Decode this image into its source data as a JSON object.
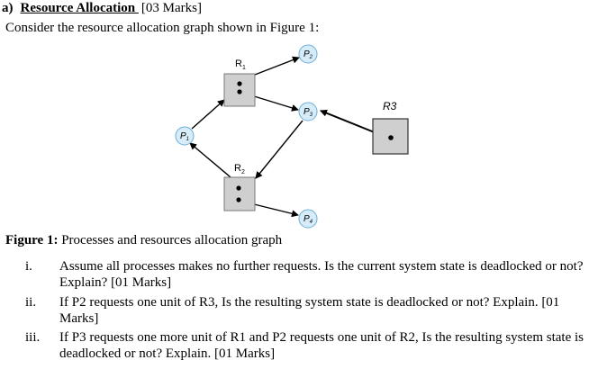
{
  "heading": {
    "number": "a)",
    "title": "Resource Allocation ",
    "marks": "[03 Marks]"
  },
  "intro": "Consider the resource allocation graph shown in Figure 1:",
  "figure": {
    "resources": {
      "r1": {
        "label": "R",
        "sub": "1",
        "instances": 2
      },
      "r2": {
        "label": "R",
        "sub": "2",
        "instances": 2
      },
      "r3": {
        "label": "R",
        "sub": "3",
        "instances": 1
      }
    },
    "processes": {
      "p1": {
        "label": "P",
        "sub": "1"
      },
      "p2": {
        "label": "P",
        "sub": "2"
      },
      "p3": {
        "label": "P",
        "sub": "3"
      },
      "p4": {
        "label": "P",
        "sub": "4"
      }
    },
    "edges": [
      {
        "from": "P1",
        "to": "R1",
        "type": "request"
      },
      {
        "from": "R1",
        "to": "P2",
        "type": "assignment"
      },
      {
        "from": "R1",
        "to": "P3",
        "type": "assignment"
      },
      {
        "from": "P3",
        "to": "R2",
        "type": "request"
      },
      {
        "from": "R2",
        "to": "P1",
        "type": "assignment"
      },
      {
        "from": "R2",
        "to": "P4",
        "type": "assignment"
      },
      {
        "from": "R3",
        "to": "P3",
        "type": "assignment"
      }
    ],
    "colors": {
      "resource_fill": "#cfcfcf",
      "process_fill": "#d6ecf8",
      "process_stroke": "#6aaed6"
    }
  },
  "caption": {
    "label": "Figure 1:",
    "text": " Processes and resources allocation graph"
  },
  "questions": [
    {
      "numeral": "i.",
      "text": "Assume all processes makes no further requests. Is the current system state is deadlocked or not? Explain? [01 Marks]"
    },
    {
      "numeral": "ii.",
      "text": "If P2 requests one unit of R3, Is the resulting system state is deadlocked or not? Explain. [01 Marks]"
    },
    {
      "numeral": "iii.",
      "text": "If P3 requests one more unit of R1 and P2 requests one unit of R2, Is the resulting system state is deadlocked or not? Explain. [01 Marks]"
    }
  ]
}
